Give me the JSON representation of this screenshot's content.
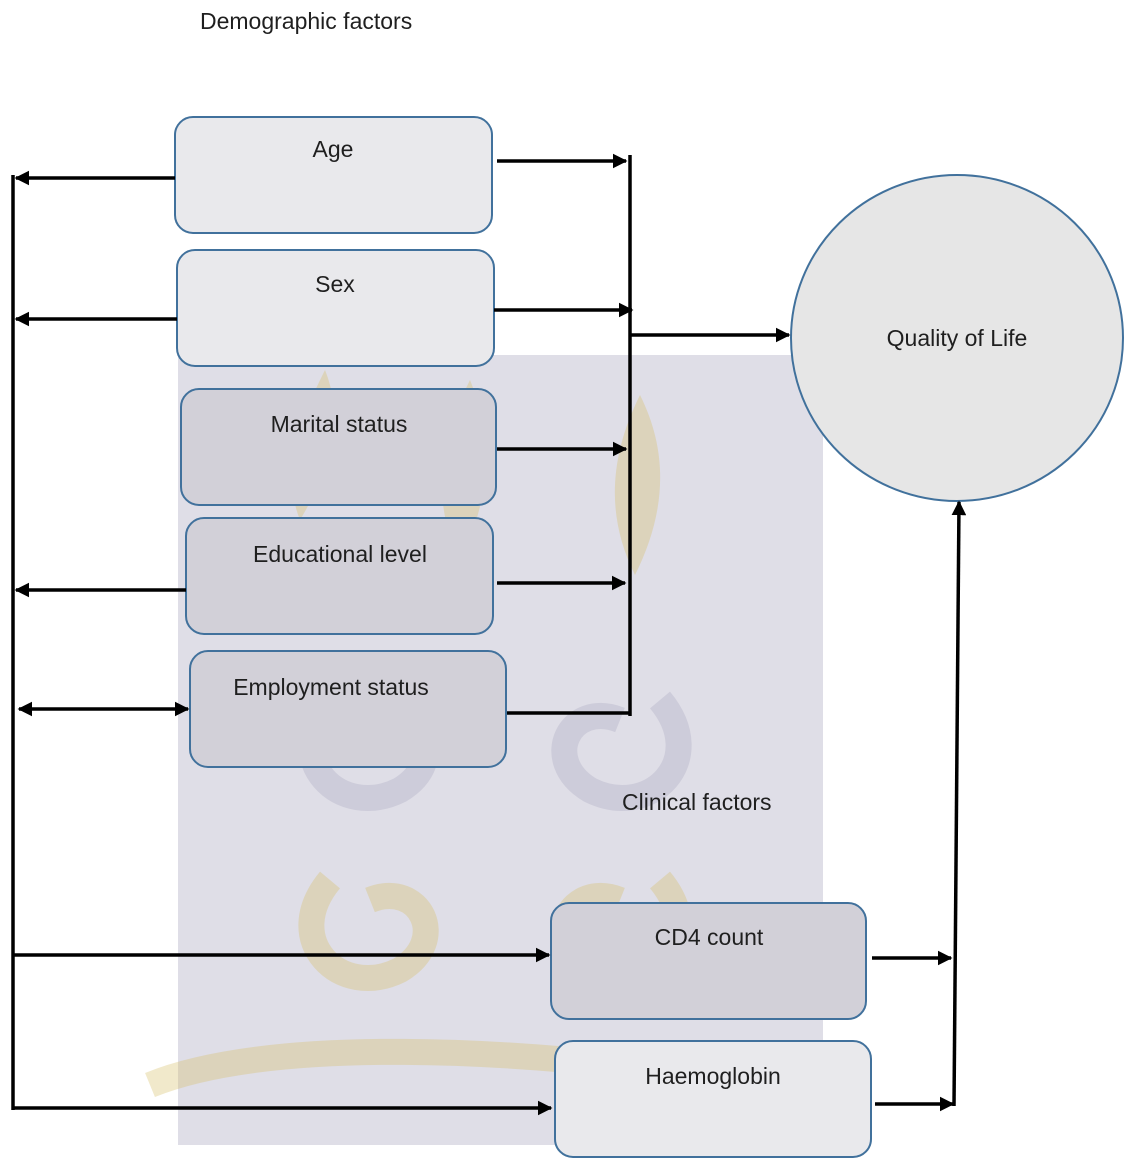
{
  "headings": {
    "demographic": "Demographic factors",
    "clinical": "Clinical factors"
  },
  "nodes": {
    "age": "Age",
    "sex": "Sex",
    "marital": "Marital status",
    "education": "Educational level",
    "employment": "Employment status",
    "cd4": "CD4 count",
    "haemoglobin": "Haemoglobin",
    "outcome": "Quality of Life"
  },
  "colors": {
    "box_fill": "#e9e9ec",
    "box_border": "#41719c",
    "outcome_fill": "#e6e6e6",
    "arrow": "#000000"
  }
}
